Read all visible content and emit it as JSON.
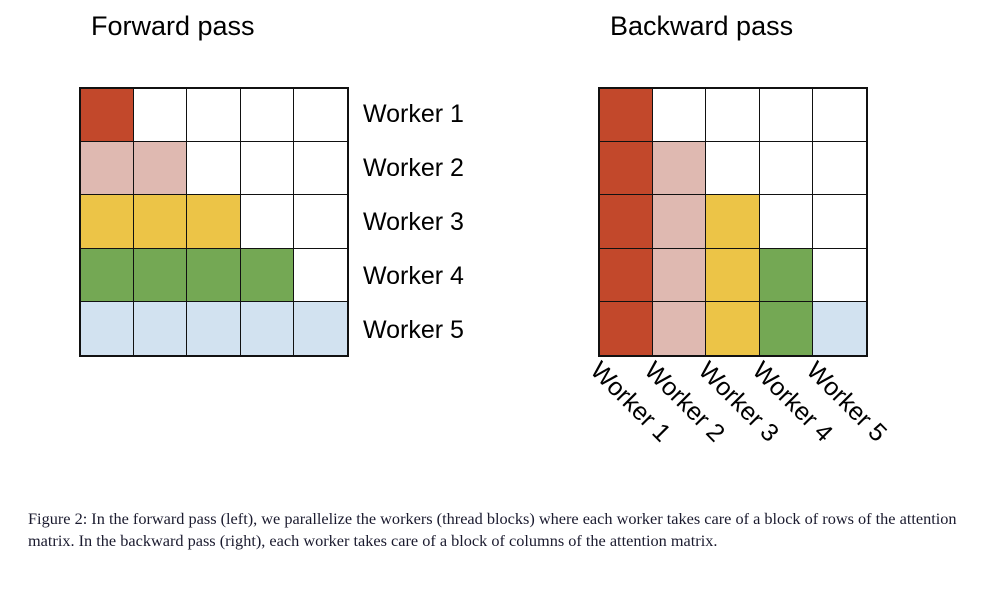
{
  "figure": {
    "caption": "Figure 2: In the forward pass (left), we parallelize the workers (thread blocks) where each worker takes care of a block of rows of the attention matrix. In the backward pass (right), each worker takes care of a block of columns of the attention matrix."
  },
  "colors": {
    "worker_1": "#C2482B",
    "worker_2": "#DFB9B1",
    "worker_3": "#ECC447",
    "worker_4": "#74A854",
    "worker_5": "#D2E2F0",
    "empty": "#FFFFFF",
    "grid_line": "#111111"
  },
  "forward": {
    "title": "Forward pass",
    "labels": [
      "Worker 1",
      "Worker 2",
      "Worker 3",
      "Worker 4",
      "Worker 5"
    ],
    "grid": {
      "rows": 5,
      "columns": 5,
      "fill_mode": "by-row",
      "description": "lower-triangular; row i is filled in columns 0..i with worker i color",
      "cells": [
        [
          "worker_1",
          "empty",
          "empty",
          "empty",
          "empty"
        ],
        [
          "worker_2",
          "worker_2",
          "empty",
          "empty",
          "empty"
        ],
        [
          "worker_3",
          "worker_3",
          "worker_3",
          "empty",
          "empty"
        ],
        [
          "worker_4",
          "worker_4",
          "worker_4",
          "worker_4",
          "empty"
        ],
        [
          "worker_5",
          "worker_5",
          "worker_5",
          "worker_5",
          "worker_5"
        ]
      ]
    }
  },
  "backward": {
    "title": "Backward pass",
    "labels": [
      "Worker 1",
      "Worker 2",
      "Worker 3",
      "Worker 4",
      "Worker 5"
    ],
    "grid": {
      "rows": 5,
      "columns": 5,
      "fill_mode": "by-column",
      "description": "lower-triangular; column j is filled in rows j..4 with worker j color",
      "cells": [
        [
          "worker_1",
          "empty",
          "empty",
          "empty",
          "empty"
        ],
        [
          "worker_1",
          "worker_2",
          "empty",
          "empty",
          "empty"
        ],
        [
          "worker_1",
          "worker_2",
          "worker_3",
          "empty",
          "empty"
        ],
        [
          "worker_1",
          "worker_2",
          "worker_3",
          "worker_4",
          "empty"
        ],
        [
          "worker_1",
          "worker_2",
          "worker_3",
          "worker_4",
          "worker_5"
        ]
      ]
    }
  }
}
